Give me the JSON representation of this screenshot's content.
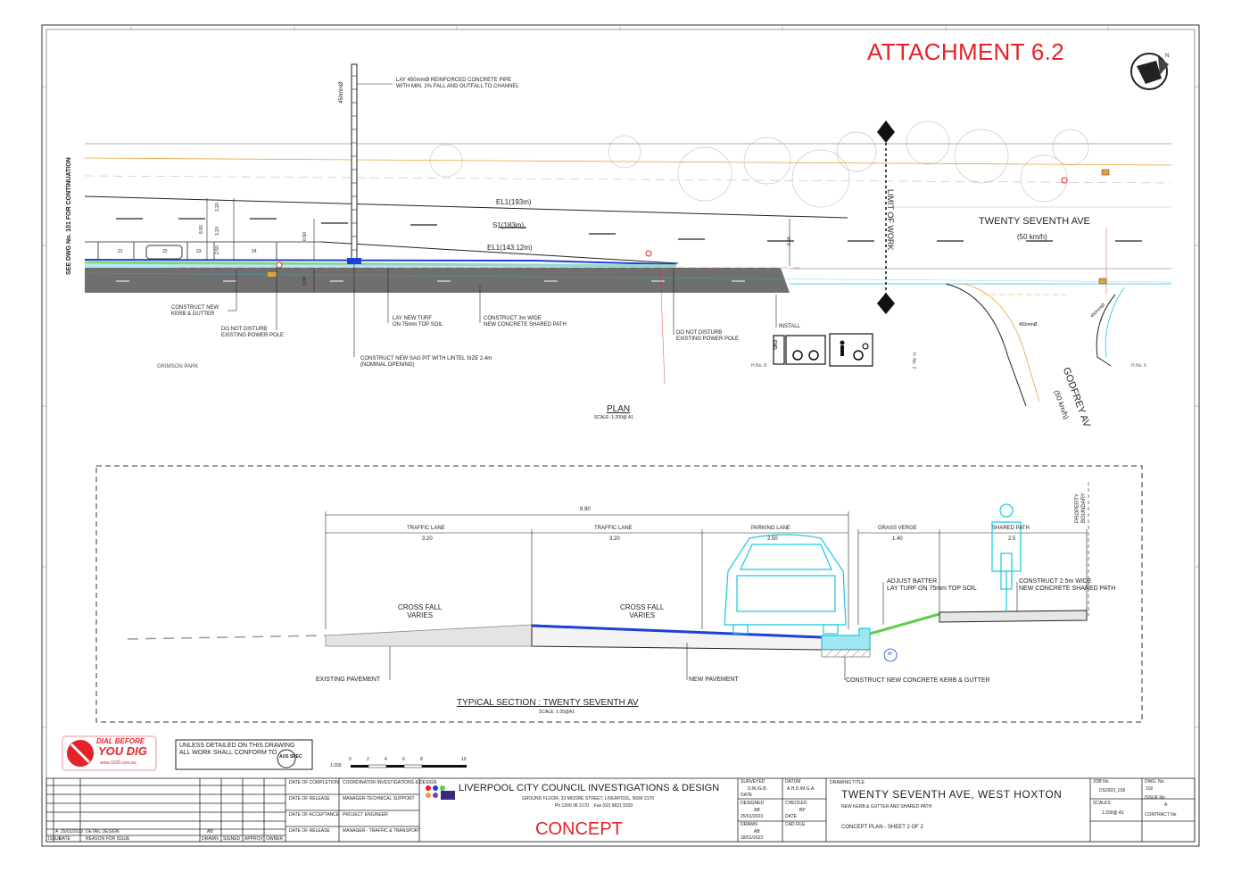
{
  "attachment": "ATTACHMENT 6.2",
  "stamp": "CONCEPT",
  "side_note": "SEE DWG No. 101 FOR CONTINUATION",
  "north_label": "N",
  "plan": {
    "title": "PLAN",
    "scale": "SCALE: 1:200@ A1",
    "road_name": "TWENTY SEVENTH AVE",
    "road_speed": "(50 km/h)",
    "godfrey_name": "GODFREY AV",
    "godfrey_speed": "(50 km/h)",
    "limit_of_work": "LIMIT OF WORK",
    "park": "GRIMSON PARK",
    "house_8": "H.No. 8",
    "house_2": "H. No. 2",
    "house_6": "H.No. 6",
    "pipe_label": "450mmØ",
    "pipe_label2": "450mmØ",
    "pipe_label3": "450mmØ",
    "el1_193": "EL1(193m)",
    "s1_183": "S1(183m)",
    "el1_143": "EL1(143.12m)",
    "dims": {
      "d890": "8.90",
      "d320a": "3.20",
      "d320b": "3.20",
      "d250": "2.50",
      "d090": "0.90",
      "d300": "3.00",
      "d655": "6.55"
    },
    "bays": [
      "21",
      "22",
      "23",
      "24"
    ],
    "notes": {
      "pipe": "LAY 450mmØ REINFORCED CONCRETE PIPE\nWITH MIN. 2% FALL AND OUTFALL TO CHANNEL",
      "kerb": "CONSTRUCT NEW\nKERB & GUTTER",
      "pole1": "DO NOT DISTURB\nEXISTING POWER POLE",
      "turf": "LAY NEW TURF\nON 75mm TOP SOIL",
      "path": "CONSTRUCT 3m WIDE\nNEW CONCRETE SHARED PATH",
      "pole2": "DO NOT DISTURB\nEXISTING POWER POLE",
      "install": "INSTALL",
      "sag": "CONSTRUCT NEW SAG PIT WITH LINTEL SIZE 2.4m\n(NOMINAL OPENING)"
    },
    "sign_end": "END"
  },
  "section": {
    "title": "TYPICAL SECTION : TWENTY SEVENTH AV",
    "scale": "SCALE: 1:25@A1",
    "overall": "8.90",
    "lanes": [
      {
        "name": "TRAFFIC LANE",
        "width": "3.20"
      },
      {
        "name": "TRAFFIC LANE",
        "width": "3.20"
      },
      {
        "name": "PARKING LANE",
        "width": "2.50"
      },
      {
        "name": "GRASS VERGE",
        "width": "1.40"
      },
      {
        "name": "SHARED PATH",
        "width": "2.5"
      }
    ],
    "property": "PROPERTY\nBOUNDARY",
    "crossfall": "CROSS FALL\nVARIES",
    "crossfall2": "CROSS FALL\nVARIES",
    "existing": "EXISTING PAVEMENT",
    "new_pav": "NEW PAVEMENT",
    "kerb": "CONSTRUCT NEW CONCRETE KERB & GUTTER",
    "batter": "ADJUST BATTER\nLAY TURF ON 75mm TOP SOIL",
    "path": "CONSTRUCT 2.5m WIDE\nNEW CONCRETE SHARED PATH",
    "w": "W"
  },
  "legend": {
    "dial_1": "DIAL BEFORE",
    "dial_2": "YOU DIG",
    "dial_url": "www.1100.com.au",
    "unless": "UNLESS DETAILED ON THIS DRAWING\nALL WORK SHALL CONFORM TO",
    "auspec": "AUS SPEC",
    "scale_ratio": "1:200",
    "scale_ticks": [
      "0",
      "2",
      "4",
      "6",
      "8",
      "10"
    ]
  },
  "title_block": {
    "council": "LIVERPOOL CITY COUNCIL INVESTIGATIONS & DESIGN",
    "address": "GROUND FLOOR, 33 MOORE STREET, LIVERPOOL, NSW 2170",
    "phone": "Ph 1300 36 2170    Fax (02) 9821 9333",
    "drawing_title_lbl": "DRAWING TITLE",
    "drawing_title": "TWENTY SEVENTH AVE, WEST HOXTON",
    "subtitle": "NEW KERB & GUTTER AND SHARED PATH",
    "sheet": "CONCEPT PLAN - SHEET 2 OF 2",
    "rev_headers": [
      "ISSUE",
      "DATE",
      "REASON FOR ISSUE",
      "DRAWN",
      "SIGNED",
      "APPROV",
      "OWNER"
    ],
    "rev_row": [
      "A",
      "25/01/2023",
      "DETAIL DESIGN",
      "AB"
    ],
    "approvals": [
      {
        "k": "DATE OF COMPLETION",
        "v": "COORDINATOR INVESTIGATIONS & DESIGN"
      },
      {
        "k": "DATE OF RELEASE",
        "v": "MANAGER-TECHNICAL SUPPORT"
      },
      {
        "k": "DATE OF ACCEPTANCE",
        "v": "PROJECT ENGINEER"
      },
      {
        "k": "DATE OF RELEASE",
        "v": "MANAGER - TRAFFIC & TRANSPORT"
      }
    ],
    "surveyed_lbl": "SURVEYED",
    "surveyed": "D.M./G.B.",
    "datum_lbl": "DATUM",
    "datum": "A.H.D./M.G.A.",
    "designed_lbl": "DESIGNED",
    "designed": "AB",
    "checked_lbl": "CHECKED",
    "checked": "BP",
    "drawn_lbl": "DRAWN",
    "drawn": "AB",
    "cad_lbl": "CAD FILE",
    "date_lbl": "DATE",
    "date1": "25/01/2023",
    "date2": "18/01/2023",
    "job_lbl": "JOB No",
    "job": "DS2923_018",
    "scales_lbl": "SCALES",
    "scales": "1:200@ A1",
    "dwg_lbl": "DWG. No",
    "dwg": "102",
    "issue_lbl": "ISSUE No",
    "issue": "A",
    "contract_lbl": "CONTRACT No"
  },
  "colors": {
    "red": "#e5222a",
    "blue": "#1f3fd6",
    "cyan": "#19c8e0",
    "green": "#5ccf4a",
    "orange": "#e8a13a",
    "grey": "#6f6f6f"
  }
}
